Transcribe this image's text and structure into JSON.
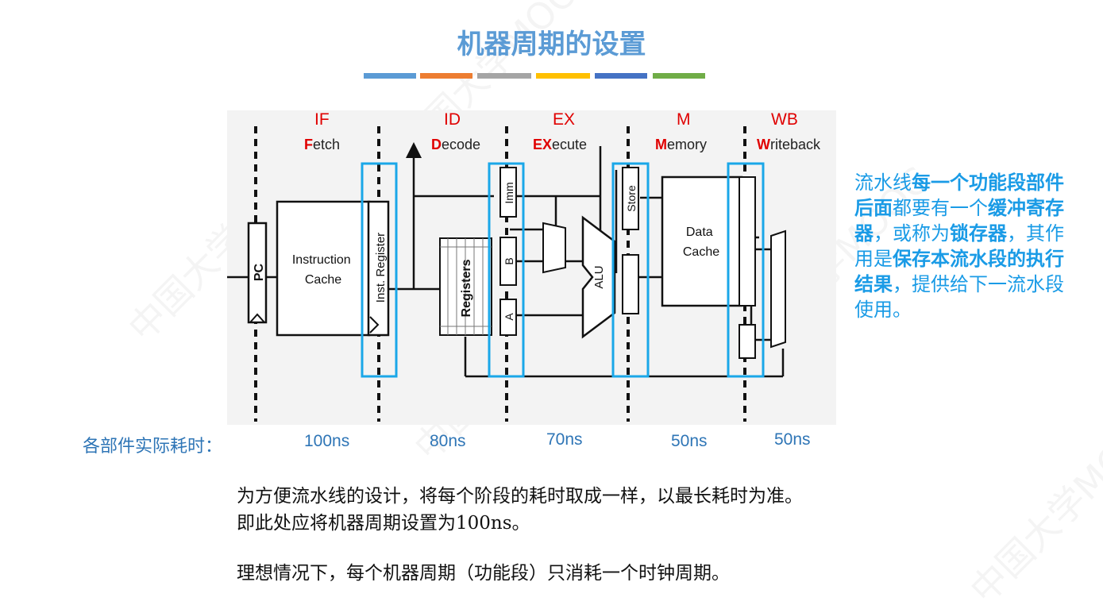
{
  "title": "机器周期的设置",
  "title_bar_colors": [
    "#5b9bd5",
    "#ed7d31",
    "#a5a5a5",
    "#ffc000",
    "#4472c4",
    "#70ad47"
  ],
  "stages": [
    {
      "abbr": "IF",
      "first": "F",
      "rest": "etch"
    },
    {
      "abbr": "ID",
      "first": "D",
      "rest": "ecode"
    },
    {
      "abbr": "EX",
      "first": "EX",
      "rest": "ecute"
    },
    {
      "abbr": "M",
      "first": "M",
      "rest": "emory"
    },
    {
      "abbr": "WB",
      "first": "W",
      "rest": "riteback"
    }
  ],
  "diagram": {
    "pc": "PC",
    "instruction_cache": [
      "Instruction",
      "Cache"
    ],
    "inst_register": "Inst. Register",
    "registers": "Registers",
    "imm": "Imm",
    "b": "B",
    "a": "A",
    "alu": "ALU",
    "store": "Store",
    "data_cache": [
      "Data",
      "Cache"
    ]
  },
  "side_note": {
    "p1": "流水线",
    "b1": "每一个功能段部件后面",
    "p2": "都要有一个",
    "b2": "缓冲寄存器",
    "p3": "，或称为",
    "b3": "锁存器",
    "p4": "，其作用是",
    "b4": "保存本流水段的执行结果",
    "p5": "，提供给下一流水段使用。"
  },
  "timing": {
    "label": "各部件实际耗时：",
    "values": [
      "100ns",
      "80ns",
      "70ns",
      "50ns",
      "50ns"
    ]
  },
  "body": {
    "line1": "为方便流水线的设计，将每个阶段的耗时取成一样，以最长耗时为准。",
    "line2": "即此处应将机器周期设置为100ns。",
    "line3": "理想情况下，每个机器周期（功能段）只消耗一个时钟周期。"
  },
  "watermark": "中国大学MOOC",
  "colors": {
    "title": "#5b9bd5",
    "stage_red": "#e00000",
    "highlight_box": "#1aa7e8",
    "note_blue": "#1a9be6",
    "timing_blue": "#2e75b6"
  }
}
